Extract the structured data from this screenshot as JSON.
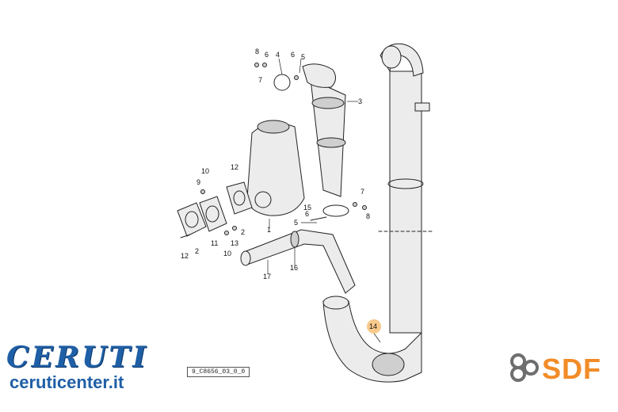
{
  "diagram": {
    "callouts": {
      "c1": "1",
      "c2a": "2",
      "c2b": "2",
      "c3": "3",
      "c4": "4",
      "c5a": "5",
      "c5b": "5",
      "c6a": "6",
      "c6b": "6",
      "c6c": "6",
      "c7a": "7",
      "c7b": "7",
      "c8a": "8",
      "c8b": "8",
      "c9": "9",
      "c10a": "10",
      "c10b": "10",
      "c11": "11",
      "c12a": "12",
      "c12b": "12",
      "c13": "13",
      "c14": "14",
      "c15": "15",
      "c16": "16",
      "c17": "17"
    },
    "highlight_color": "#f7c98b"
  },
  "branding": {
    "left_logo": "CERUTI",
    "left_url": "ceruticenter.it",
    "drawing_code": "9_C8656_03_0_0",
    "right_logo": "SDF",
    "left_color": "#1f5fa6",
    "right_color": "#f28c28"
  }
}
